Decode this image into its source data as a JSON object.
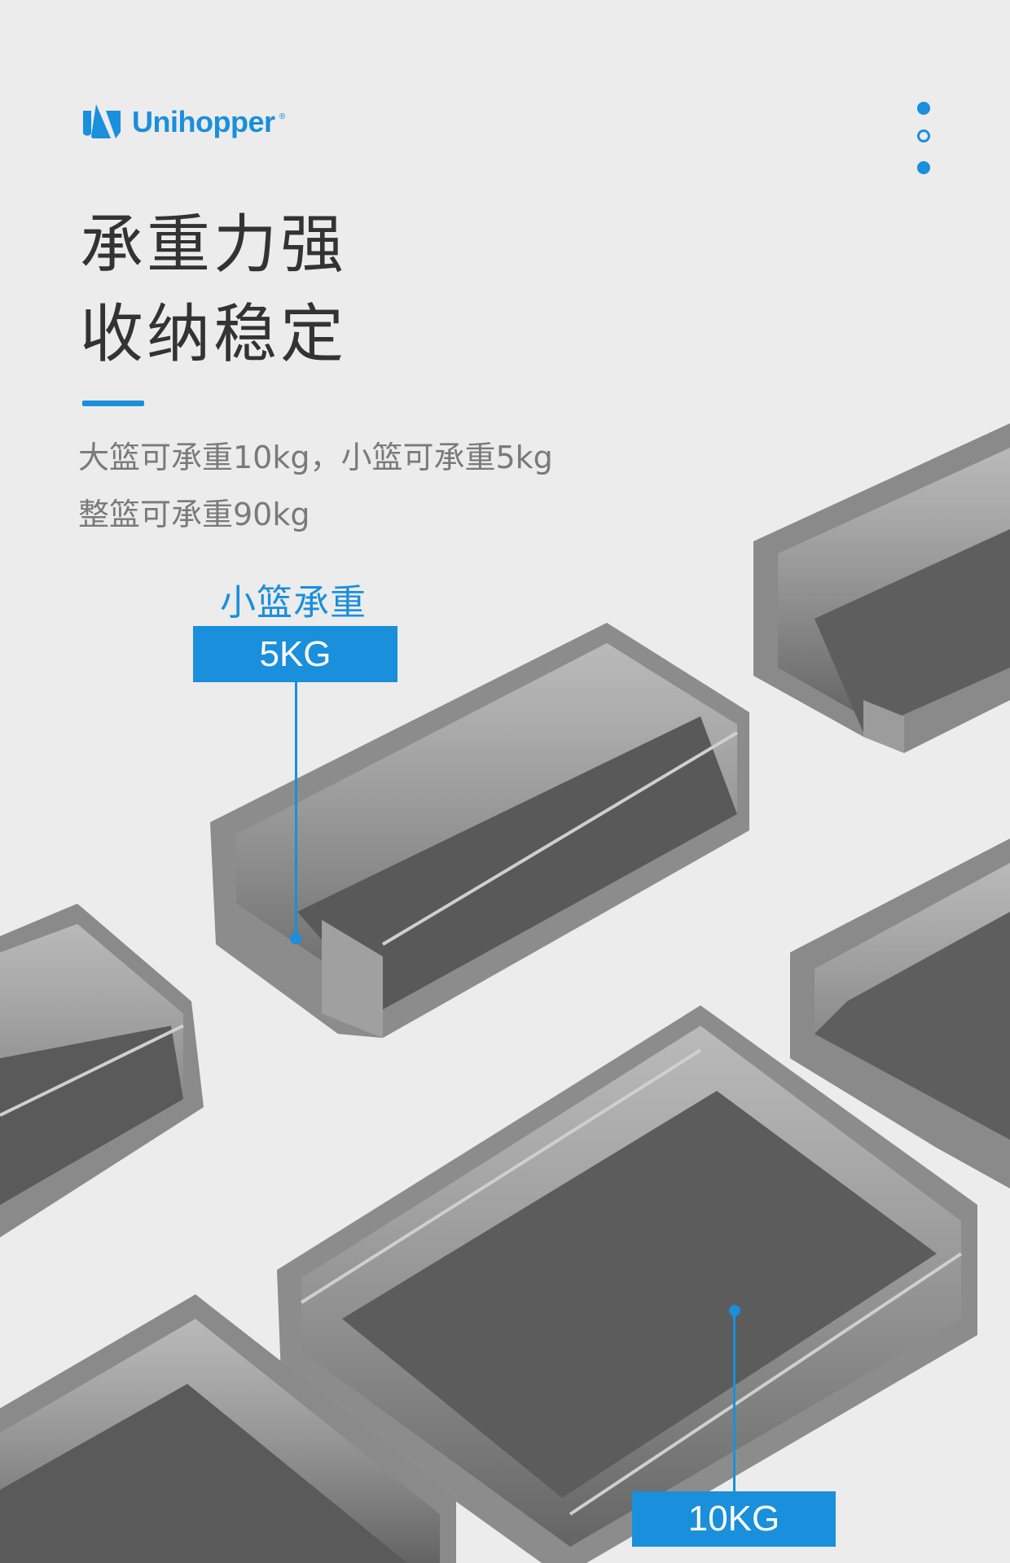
{
  "brand": {
    "name": "Unihopper",
    "registered": "®",
    "accent_color": "#1a8fdc"
  },
  "headline": {
    "line1": "承重力强",
    "line2": "收纳稳定"
  },
  "description": {
    "line1": "大篮可承重10kg，小篮可承重5kg",
    "line2": "整篮可承重90kg"
  },
  "small_basket": {
    "label": "小篮承重",
    "weight": "5KG"
  },
  "large_basket": {
    "weight": "10KG"
  }
}
